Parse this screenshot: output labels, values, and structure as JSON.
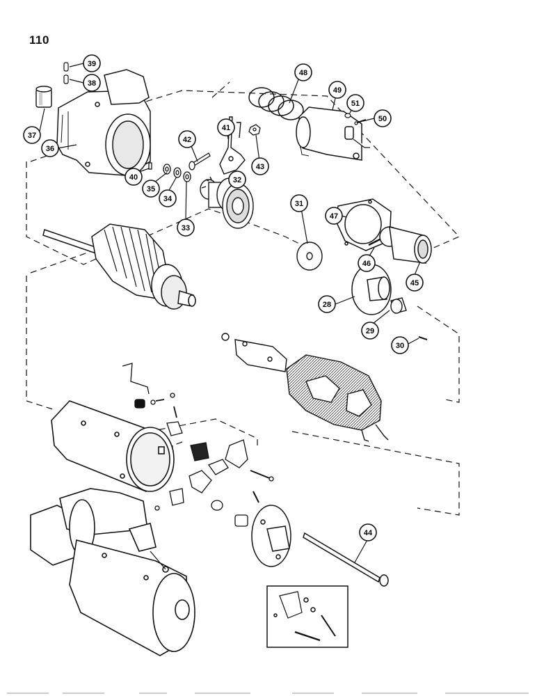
{
  "page": {
    "number": "110"
  },
  "callouts": [
    {
      "id": "c28",
      "label": "28"
    },
    {
      "id": "c29",
      "label": "29"
    },
    {
      "id": "c30",
      "label": "30"
    },
    {
      "id": "c31",
      "label": "31"
    },
    {
      "id": "c32",
      "label": "32"
    },
    {
      "id": "c33",
      "label": "33"
    },
    {
      "id": "c34",
      "label": "34"
    },
    {
      "id": "c35",
      "label": "35"
    },
    {
      "id": "c36",
      "label": "36"
    },
    {
      "id": "c37",
      "label": "37"
    },
    {
      "id": "c38",
      "label": "38"
    },
    {
      "id": "c39",
      "label": "39"
    },
    {
      "id": "c40",
      "label": "40"
    },
    {
      "id": "c41",
      "label": "41"
    },
    {
      "id": "c42",
      "label": "42"
    },
    {
      "id": "c43",
      "label": "43"
    },
    {
      "id": "c44",
      "label": "44"
    },
    {
      "id": "c45",
      "label": "45"
    },
    {
      "id": "c46",
      "label": "46"
    },
    {
      "id": "c47",
      "label": "47"
    },
    {
      "id": "c48",
      "label": "48"
    },
    {
      "id": "c49",
      "label": "49"
    },
    {
      "id": "c50",
      "label": "50"
    },
    {
      "id": "c51",
      "label": "51"
    }
  ],
  "colors": {
    "ink": "#111111",
    "paper": "#ffffff",
    "shade": "#cfcfcf"
  }
}
